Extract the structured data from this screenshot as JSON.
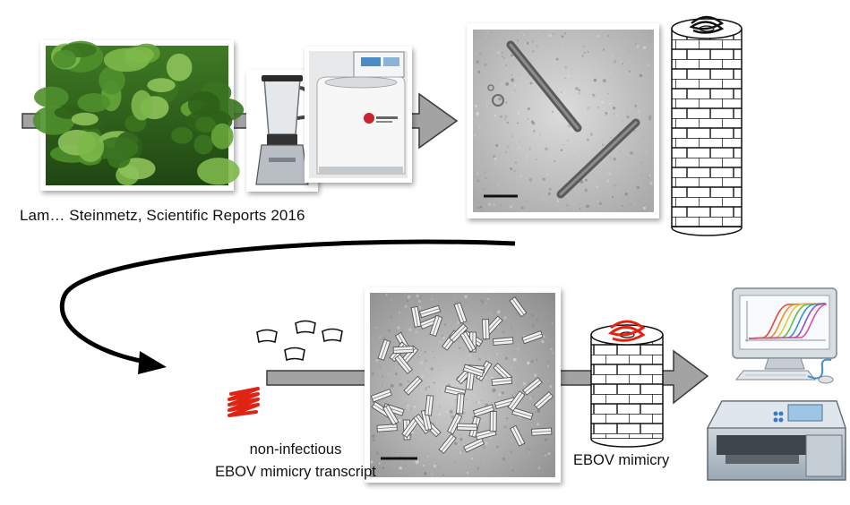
{
  "captions": {
    "citation": "Lam… Steinmetz, Scientific Reports 2016",
    "transcript_line1": "non-infectious",
    "transcript_line2": "EBOV mimicry transcript",
    "mimicry": "EBOV mimicry"
  },
  "colors": {
    "arrow_fill": "#a3a3a3",
    "arrow_stroke": "#3a3a3a",
    "rna": "#e02414",
    "curve": "#000000",
    "leaf_dark": "#2d5a1c",
    "leaf_light": "#7fb04a",
    "micrograph": "#c9c9c9"
  },
  "icons": [
    "plant-photo",
    "blender-icon",
    "centrifuge-icon",
    "tmv-micrograph",
    "virus-rod-schematic",
    "coat-protein-subunit-icon",
    "rna-strand-icon",
    "vlp-micrograph",
    "ebov-mimic-particle-icon",
    "computer-monitor-icon",
    "pcr-machine-icon"
  ]
}
